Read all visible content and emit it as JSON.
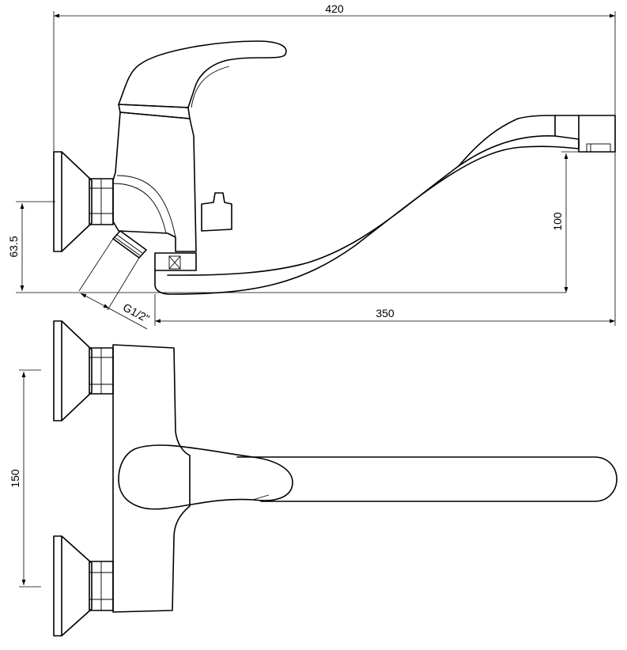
{
  "dimensions": {
    "overall_length": "420",
    "spout_reach": "350",
    "spout_height": "100",
    "inlet_height": "63.5",
    "thread_size": "G1/2\"",
    "inlet_spacing": "150"
  },
  "colors": {
    "stroke": "#000000",
    "background": "#ffffff"
  }
}
